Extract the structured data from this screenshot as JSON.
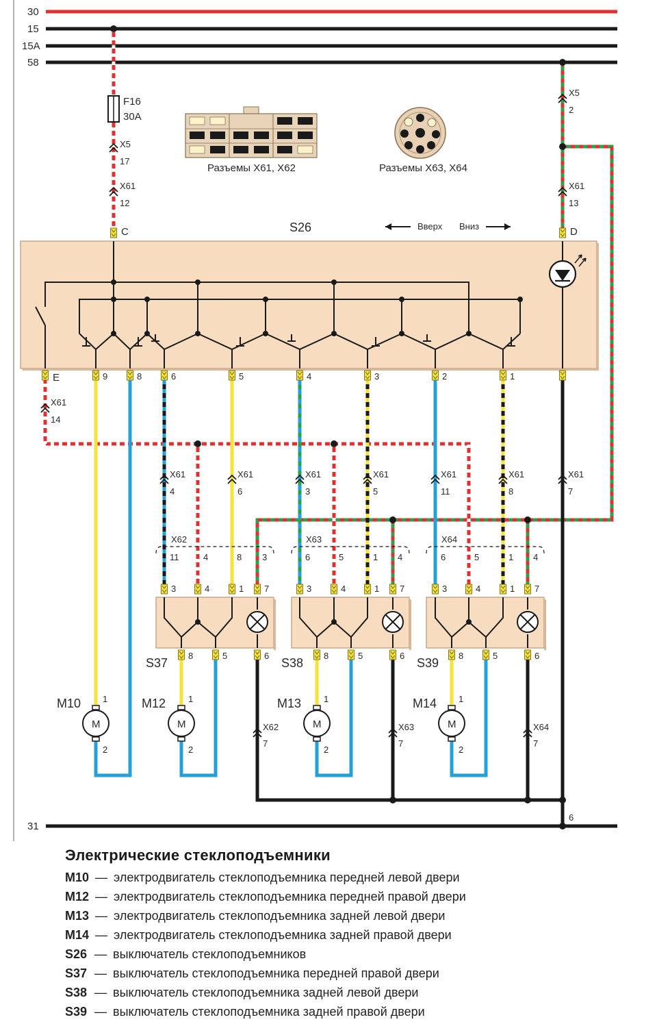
{
  "rails": [
    {
      "label": "30",
      "color": "#e03030"
    },
    {
      "label": "15",
      "color": "#1a1a1a"
    },
    {
      "label": "15A",
      "color": "#1a1a1a"
    },
    {
      "label": "58",
      "color": "#1a1a1a"
    },
    {
      "label": "31",
      "color": "#1a1a1a"
    }
  ],
  "fuse": {
    "name": "F16",
    "rating": "30A"
  },
  "connectors_top": [
    {
      "name": "X5",
      "pin": "17"
    },
    {
      "name": "X61",
      "pin": "12"
    },
    {
      "name": "X5",
      "pin": "2"
    },
    {
      "name": "X61",
      "pin": "13"
    }
  ],
  "connector_views": {
    "rect_caption": "Разъемы X61, X62",
    "round_caption": "Разъемы X63, X64"
  },
  "main_switch": {
    "name": "S26",
    "terminal_c": "C",
    "terminal_d": "D",
    "terminal_e": "E",
    "dir_up": "Вверх",
    "dir_down": "Вниз",
    "pins": [
      "9",
      "8",
      "6",
      "5",
      "4",
      "3",
      "2",
      "1"
    ]
  },
  "mid_connectors": [
    {
      "name": "X61",
      "pin": "14"
    },
    {
      "name": "X61",
      "pin": "4"
    },
    {
      "name": "X61",
      "pin": "6"
    },
    {
      "name": "X61",
      "pin": "3"
    },
    {
      "name": "X61",
      "pin": "5"
    },
    {
      "name": "X61",
      "pin": "11"
    },
    {
      "name": "X61",
      "pin": "8"
    },
    {
      "name": "X61",
      "pin": "7"
    }
  ],
  "door_switches": [
    {
      "name": "S37",
      "connector": "X62",
      "conn_pins": [
        "11",
        "4",
        "8",
        "3"
      ],
      "ground_conn": "X62",
      "ground_pin": "7",
      "motor": "M12"
    },
    {
      "name": "S38",
      "connector": "X63",
      "conn_pins": [
        "6",
        "5",
        "1",
        "4"
      ],
      "ground_conn": "X63",
      "ground_pin": "7",
      "motor": "M13"
    },
    {
      "name": "S39",
      "connector": "X64",
      "conn_pins": [
        "6",
        "5",
        "1",
        "4"
      ],
      "ground_conn": "X64",
      "ground_pin": "7",
      "motor": "M14"
    }
  ],
  "door_switch_top_pins": [
    "3",
    "4",
    "1",
    "7"
  ],
  "door_switch_bottom_pins": [
    "8",
    "5",
    "6"
  ],
  "motor_main": "M10",
  "motor_pins": [
    "1",
    "2"
  ],
  "motor_symbol": "M",
  "ground_pin": "6",
  "legend": {
    "title": "Электрические стеклоподъемники",
    "sep": "—",
    "items": [
      {
        "code": "M10",
        "text": "электродвигатель стеклоподъемника передней левой двери"
      },
      {
        "code": "M12",
        "text": "электродвигатель стеклоподъемника передней правой двери"
      },
      {
        "code": "M13",
        "text": "электродвигатель стеклоподъемника задней левой двери"
      },
      {
        "code": "M14",
        "text": "электродвигатель стеклоподъемника задней правой двери"
      },
      {
        "code": "S26",
        "text": "выключатель стеклоподъемников"
      },
      {
        "code": "S37",
        "text": "выключатель стеклоподъемника передней правой двери"
      },
      {
        "code": "S38",
        "text": "выключатель стеклоподъемника задней левой двери"
      },
      {
        "code": "S39",
        "text": "выключатель стеклоподъемника задней правой двери"
      }
    ]
  },
  "colors": {
    "red": "#e03030",
    "black": "#1a1a1a",
    "green": "#2aa050",
    "yellow": "#f5e23a",
    "blue": "#25a0d8",
    "white": "#ffffff",
    "switch_box": "#f7dcc0",
    "pin": "#f2e23a"
  }
}
